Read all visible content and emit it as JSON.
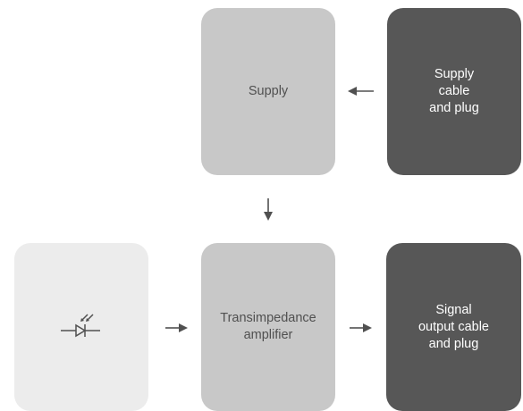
{
  "blocks": {
    "supply": {
      "label": "Supply"
    },
    "supply_cable": {
      "label": "Supply\ncable\nand plug"
    },
    "photodiode": {
      "icon": "photodiode-symbol-icon"
    },
    "transimpedance": {
      "label": "Transimpedance\namplifier"
    },
    "signal_output": {
      "label": "Signal\noutput cable\nand plug"
    }
  },
  "colors": {
    "light_block": "#c8c8c8",
    "dark_block": "#575757",
    "pale_block": "#ececec",
    "arrow": "#505050",
    "dark_text": "#505050",
    "light_text": "#ffffff"
  }
}
